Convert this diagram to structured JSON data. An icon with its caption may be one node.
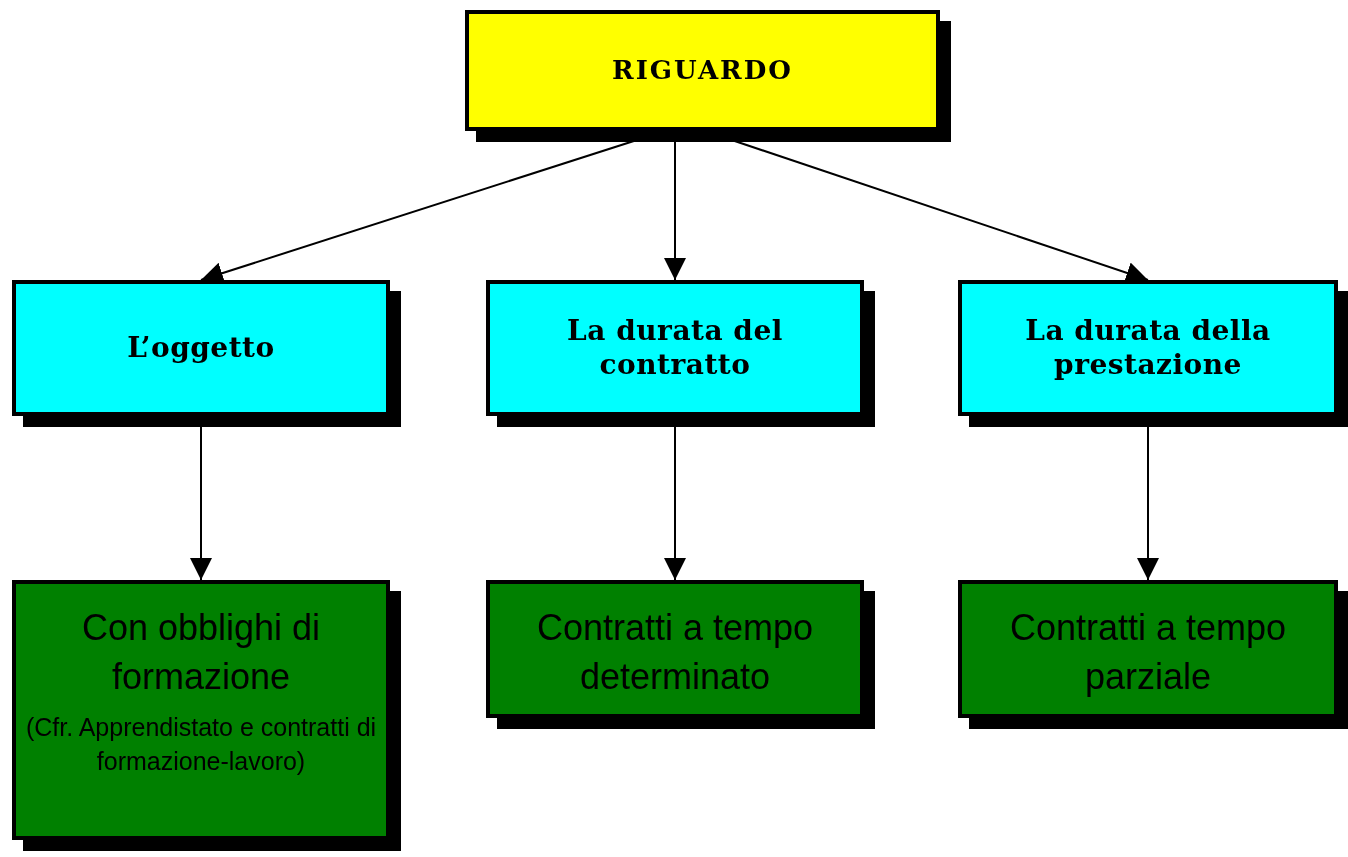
{
  "diagram": {
    "nodes": [
      {
        "text": [
          "RIGUARDO"
        ]
      },
      {
        "text": [
          "L’oggetto"
        ]
      },
      {
        "text": [
          "La durata del contratto"
        ]
      },
      {
        "text": [
          "La durata della prestazione"
        ]
      },
      {
        "text": [
          "Con obblighi di formazione",
          "(Cfr. Apprendistato e contratti di formazione-lavoro)"
        ]
      },
      {
        "text": [
          "Contratti a tempo determinato"
        ]
      },
      {
        "text": [
          "Contratti a tempo parziale"
        ]
      }
    ],
    "edges": [
      {
        "from": 0,
        "to": 1,
        "arrow": "to"
      },
      {
        "from": 0,
        "to": 2,
        "arrow": "to"
      },
      {
        "from": 0,
        "to": 3,
        "arrow": "to"
      },
      {
        "from": 1,
        "to": 4,
        "arrow": "to"
      },
      {
        "from": 2,
        "to": 5,
        "arrow": "to"
      },
      {
        "from": 3,
        "to": 6,
        "arrow": "to"
      }
    ]
  }
}
